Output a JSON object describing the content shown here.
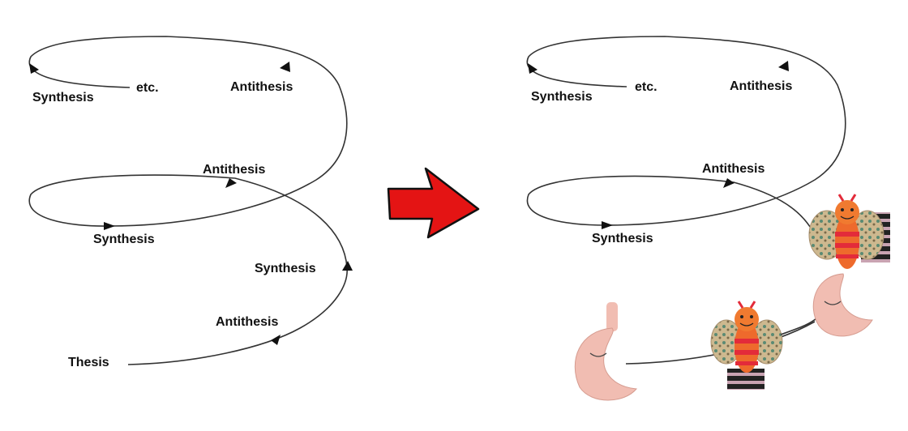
{
  "colors": {
    "line": "#333333",
    "arrow_fill": "#e41414",
    "arrow_stroke": "#111111",
    "moon": "#f1bdb2",
    "butterfly_body": "#ee6a2c",
    "butterfly_stripe": "#e32b3a",
    "wing": "#c8b48c",
    "sleeve": "#2a2a2a"
  },
  "left_diagram": {
    "labels": {
      "thesis": "Thesis",
      "antithesis_1": "Antithesis",
      "synthesis_1": "Synthesis",
      "antithesis_2": "Antithesis",
      "synthesis_2": "Synthesis",
      "antithesis_3": "Antithesis",
      "synthesis_3": "Synthesis",
      "etc": "etc."
    }
  },
  "right_diagram": {
    "labels": {
      "antithesis_2": "Antithesis",
      "synthesis_2": "Synthesis",
      "antithesis_3": "Antithesis",
      "synthesis_3": "Synthesis",
      "etc": "etc."
    },
    "toys": [
      "moon-toy",
      "butterfly-toy",
      "moon-toy",
      "butterfly-toy"
    ]
  },
  "transition_arrow": {
    "icon": "red-arrow-icon"
  }
}
